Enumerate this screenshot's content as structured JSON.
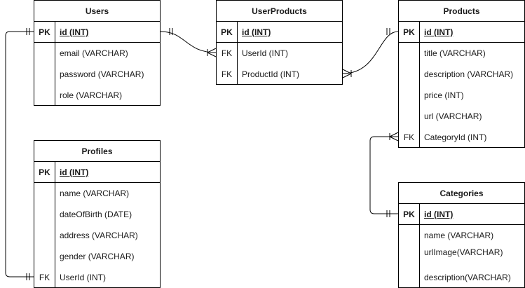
{
  "entities": {
    "users": {
      "title": "Users",
      "pk": {
        "key": "PK",
        "field": "id (INT)"
      },
      "fields": [
        {
          "key": "",
          "field": "email (VARCHAR)"
        },
        {
          "key": "",
          "field": "password (VARCHAR)"
        },
        {
          "key": "",
          "field": "role (VARCHAR)"
        }
      ]
    },
    "user_products": {
      "title": "UserProducts",
      "pk": {
        "key": "PK",
        "field": "id (INT)"
      },
      "fields": [
        {
          "key": "FK",
          "field": "UserId (INT)"
        },
        {
          "key": "FK",
          "field": "ProductId (INT)"
        }
      ]
    },
    "products": {
      "title": "Products",
      "pk": {
        "key": "PK",
        "field": "id (INT)"
      },
      "fields": [
        {
          "key": "",
          "field": "title (VARCHAR)"
        },
        {
          "key": "",
          "field": "description (VARCHAR)"
        },
        {
          "key": "",
          "field": "price (INT)"
        },
        {
          "key": "",
          "field": "url (VARCHAR)"
        },
        {
          "key": "FK",
          "field": "CategoryId (INT)"
        }
      ]
    },
    "profiles": {
      "title": "Profiles",
      "pk": {
        "key": "PK",
        "field": "id (INT)"
      },
      "fields": [
        {
          "key": "",
          "field": "name (VARCHAR)"
        },
        {
          "key": "",
          "field": "dateOfBirth (DATE)"
        },
        {
          "key": "",
          "field": "address (VARCHAR)"
        },
        {
          "key": "",
          "field": "gender (VARCHAR)"
        },
        {
          "key": "FK",
          "field": "UserId (INT)"
        }
      ]
    },
    "categories": {
      "title": "Categories",
      "pk": {
        "key": "PK",
        "field": "id (INT)"
      },
      "fields": [
        {
          "key": "",
          "field": "name (VARCHAR)"
        },
        {
          "key": "",
          "field": "urlImage(VARCHAR)"
        },
        {
          "key": "",
          "field": "description(VARCHAR)"
        }
      ]
    }
  },
  "relationships": [
    {
      "from": "users.id",
      "to": "user_products.UserId",
      "from_end": "one-mandatory",
      "to_end": "one-or-many"
    },
    {
      "from": "products.id",
      "to": "user_products.ProductId",
      "from_end": "one-mandatory",
      "to_end": "one-or-many"
    },
    {
      "from": "users.id",
      "to": "profiles.UserId",
      "from_end": "one-mandatory",
      "to_end": "one-mandatory"
    },
    {
      "from": "categories.id",
      "to": "products.CategoryId",
      "from_end": "one-mandatory",
      "to_end": "one-or-many"
    }
  ]
}
